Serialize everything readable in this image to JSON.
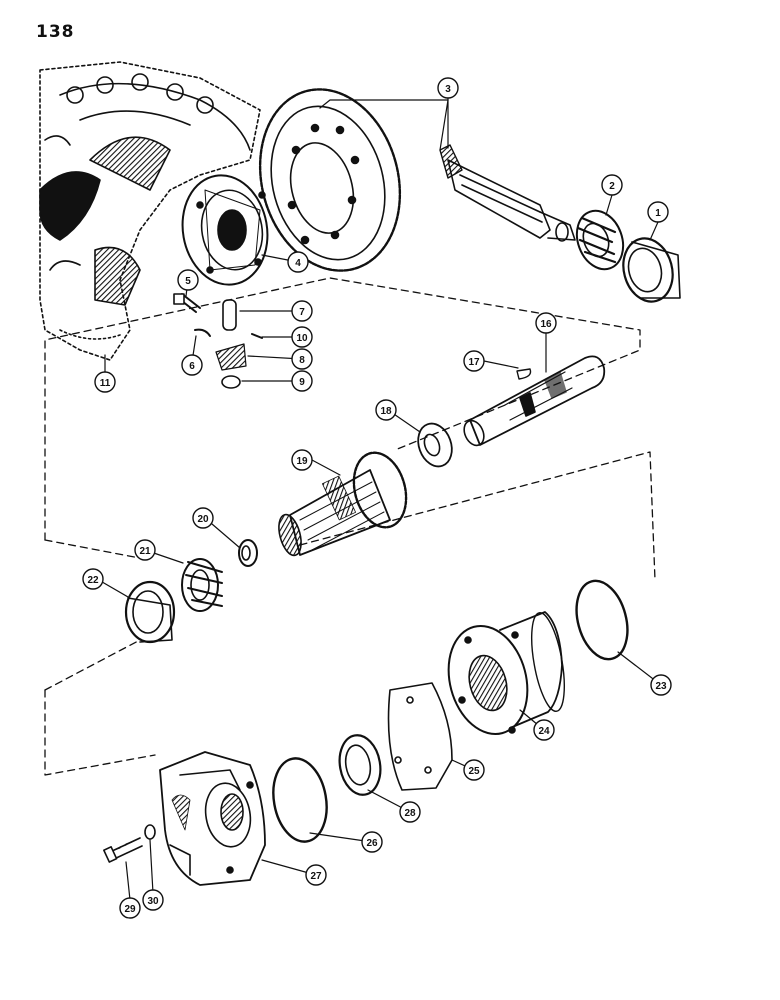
{
  "page_number": "138",
  "callouts": [
    {
      "id": "c1",
      "label": "1"
    },
    {
      "id": "c2",
      "label": "2"
    },
    {
      "id": "c3",
      "label": "3"
    },
    {
      "id": "c4",
      "label": "4"
    },
    {
      "id": "c5",
      "label": "5"
    },
    {
      "id": "c6",
      "label": "6"
    },
    {
      "id": "c7",
      "label": "7"
    },
    {
      "id": "c8",
      "label": "8"
    },
    {
      "id": "c9",
      "label": "9"
    },
    {
      "id": "c10",
      "label": "10"
    },
    {
      "id": "c11",
      "label": "11"
    },
    {
      "id": "c16",
      "label": "16"
    },
    {
      "id": "c17",
      "label": "17"
    },
    {
      "id": "c18",
      "label": "18"
    },
    {
      "id": "c19",
      "label": "19"
    },
    {
      "id": "c20",
      "label": "20"
    },
    {
      "id": "c21",
      "label": "21"
    },
    {
      "id": "c22",
      "label": "22"
    },
    {
      "id": "c23",
      "label": "23"
    },
    {
      "id": "c24",
      "label": "24"
    },
    {
      "id": "c25",
      "label": "25"
    },
    {
      "id": "c26",
      "label": "26"
    },
    {
      "id": "c27",
      "label": "27"
    },
    {
      "id": "c28",
      "label": "28"
    },
    {
      "id": "c29",
      "label": "29"
    },
    {
      "id": "c30",
      "label": "30"
    }
  ]
}
